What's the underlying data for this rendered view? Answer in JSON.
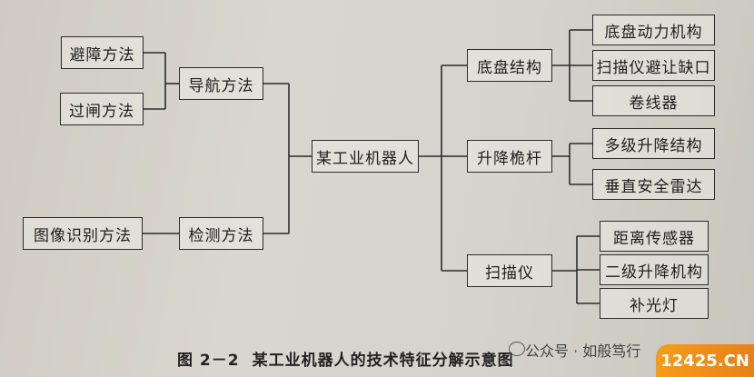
{
  "nodes": {
    "obstacle": "避障方法",
    "gate": "过闸方法",
    "navigation": "导航方法",
    "image_recognition": "图像识别方法",
    "detection": "检测方法",
    "root": "某工业机器人",
    "chassis": "底盘结构",
    "chassis_power": "底盘动力机构",
    "scanner_notch": "扫描仪避让缺口",
    "cable_reel": "卷线器",
    "lift_mast": "升降桅杆",
    "multi_lift": "多级升降结构",
    "vertical_radar": "垂直安全雷达",
    "scanner": "扫描仪",
    "distance_sensor": "距离传感器",
    "secondary_lift": "二级升降机构",
    "fill_light": "补光灯"
  },
  "caption": {
    "number": "图 2－2",
    "title": "某工业机器人的技术特征分解示意图"
  },
  "watermark": "公众号 · 如般笃行",
  "site_badge": "12425.CN"
}
